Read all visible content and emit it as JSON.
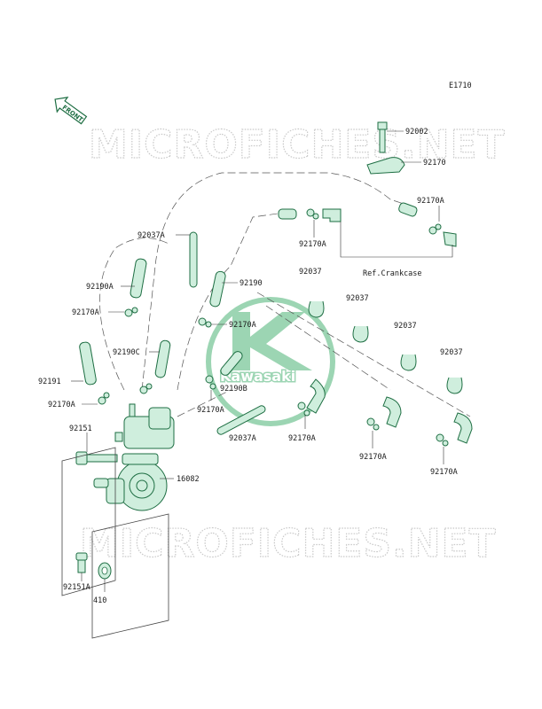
{
  "diagram_code": "E1710",
  "front_label": "FRONT",
  "watermark_text": "MICROFICHES.NET",
  "brand_text": "Kawasaki",
  "ref_note": "Ref.Crankcase",
  "colors": {
    "part_fill": "#cfeedd",
    "part_stroke": "#1e6e43",
    "logo": "#7cc79a"
  },
  "labels": {
    "p92002": "92002",
    "p92170_top": "92170",
    "p92170A_tr": "92170A",
    "p92170A_mid": "92170A",
    "p92037A_top": "92037A",
    "p92190A": "92190A",
    "p92190": "92190",
    "p92037_1": "92037",
    "p92037_2": "92037",
    "p92037_3": "92037",
    "p92037_4": "92037",
    "p92170A_left": "92170A",
    "p92170A_c": "92170A",
    "p92190C": "92190C",
    "p92190B": "92190B",
    "p92191": "92191",
    "p92170A_l2": "92170A",
    "p92170A_c2": "92170A",
    "p92037A_low": "92037A",
    "p92170A_c3": "92170A",
    "p92170A_r1": "92170A",
    "p92170A_r2": "92170A",
    "p92151": "92151",
    "p16082": "16082",
    "p92151A": "92151A",
    "p410": "410"
  }
}
